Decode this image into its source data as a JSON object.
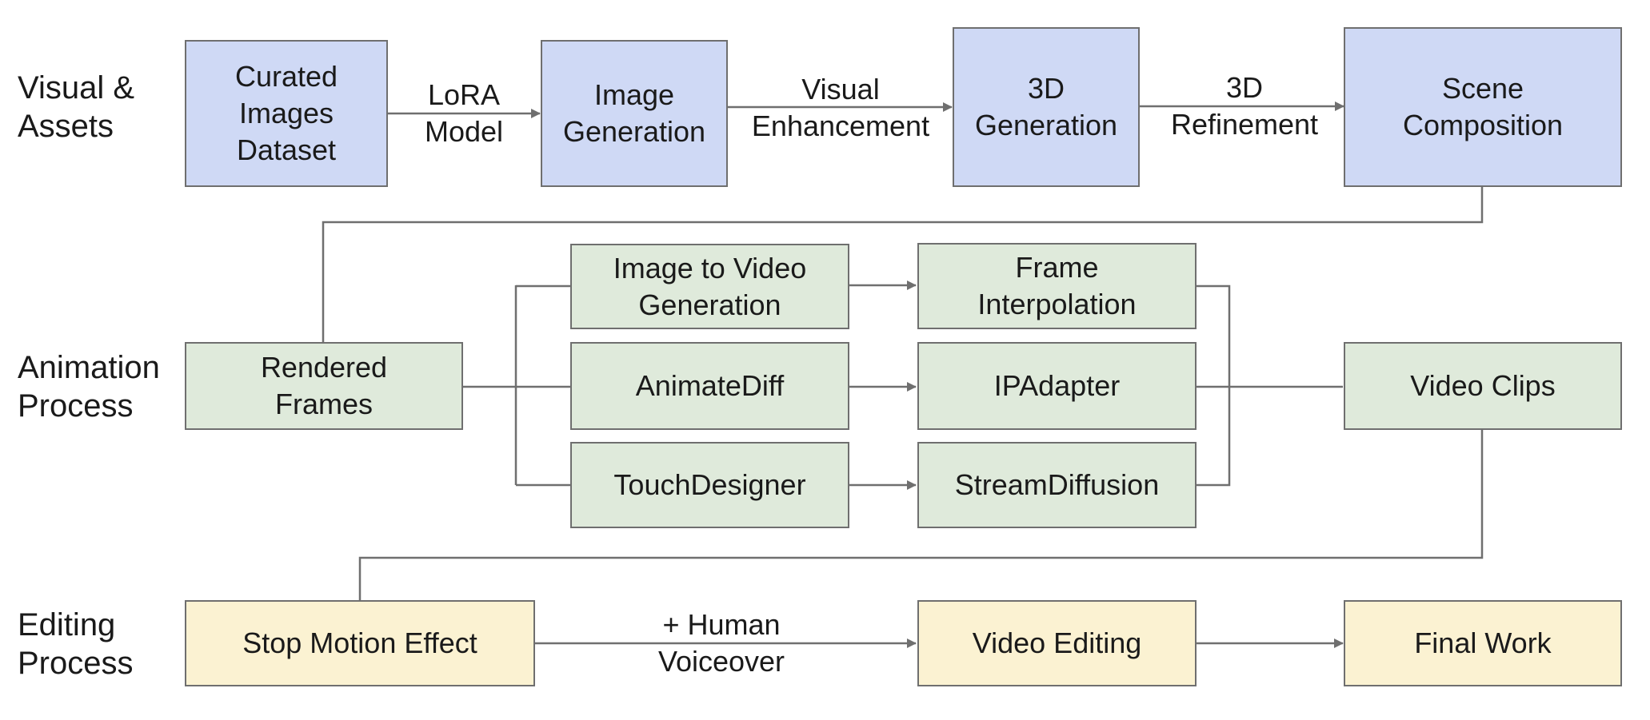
{
  "rows": {
    "visual": "Visual &\nAssets",
    "animation": "Animation\nProcess",
    "editing": "Editing\nProcess"
  },
  "nodes": {
    "curated": "Curated\nImages\nDataset",
    "image_gen": "Image\nGeneration",
    "gen3d": "3D\nGeneration",
    "scene": "Scene\nComposition",
    "rendered": "Rendered\nFrames",
    "img2vid": "Image to Video\nGeneration",
    "frame_interp": "Frame\nInterpolation",
    "animatediff": "AnimateDiff",
    "ipadapter": "IPAdapter",
    "touchdesigner": "TouchDesigner",
    "streamdiffusion": "StreamDiffusion",
    "video_clips": "Video Clips",
    "stop_motion": "Stop Motion Effect",
    "video_editing": "Video Editing",
    "final_work": "Final Work"
  },
  "edge_labels": {
    "lora": "LoRA\nModel",
    "visual_enh": "Visual\nEnhancement",
    "refine3d": "3D\nRefinement",
    "voiceover": "+ Human\nVoiceover"
  },
  "colors": {
    "visual_fill": "#cfd9f5",
    "animation_fill": "#dfeadb",
    "editing_fill": "#fbf2d2",
    "stroke": "#6f6f6f"
  }
}
